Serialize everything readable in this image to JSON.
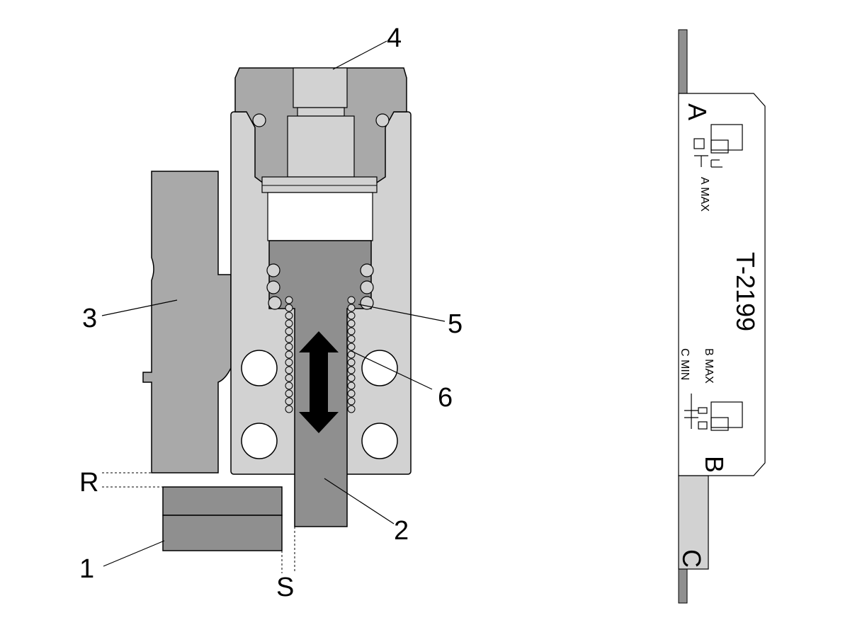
{
  "callouts": {
    "c1": "1",
    "c2": "2",
    "c3": "3",
    "c4": "4",
    "c5": "5",
    "c6": "6",
    "R": "R",
    "S": "S"
  },
  "label_plate": {
    "A": "A",
    "A_MAX": "A MAX",
    "part_number": "T-2199",
    "B_MAX": "B MAX",
    "C_MIN": "C MIN",
    "B": "B",
    "C": "C"
  },
  "colors": {
    "dark_gray": "#8f8f8f",
    "mid_gray": "#a9a9a9",
    "light_gray": "#d2d2d2",
    "outline": "#000000"
  }
}
